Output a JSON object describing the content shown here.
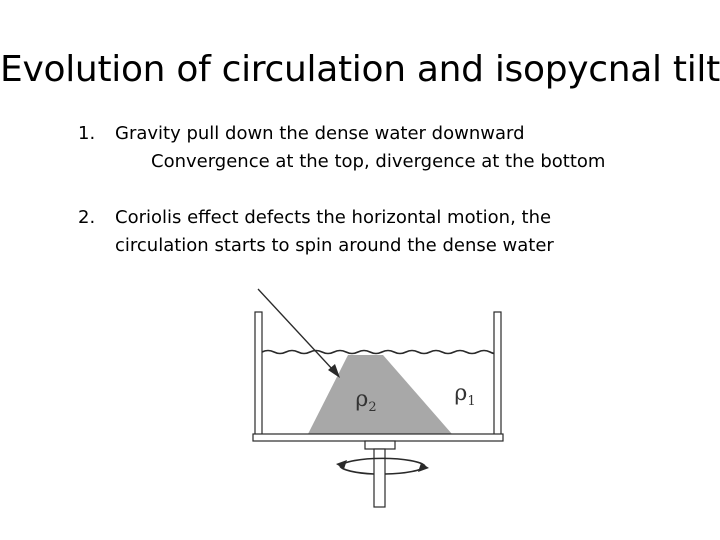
{
  "title": "Evolution of circulation and isopycnal tilt",
  "items": [
    {
      "number": "1.",
      "text": "Gravity pull down the dense water downward",
      "subtext": "Convergence at the top, divergence at the bottom"
    },
    {
      "number": "2.",
      "text_line1": "Coriolis effect defects the horizontal motion, the",
      "text_line2": "circulation starts to spin around the dense water"
    }
  ],
  "diagram": {
    "rho_dense": "ρ",
    "rho_dense_sub": "2",
    "rho_light": "ρ",
    "rho_light_sub": "1",
    "colors": {
      "dense_water": "#a8a8a8",
      "lines": "#2a2a2a",
      "tank_wall": "#8c8c8c"
    }
  }
}
